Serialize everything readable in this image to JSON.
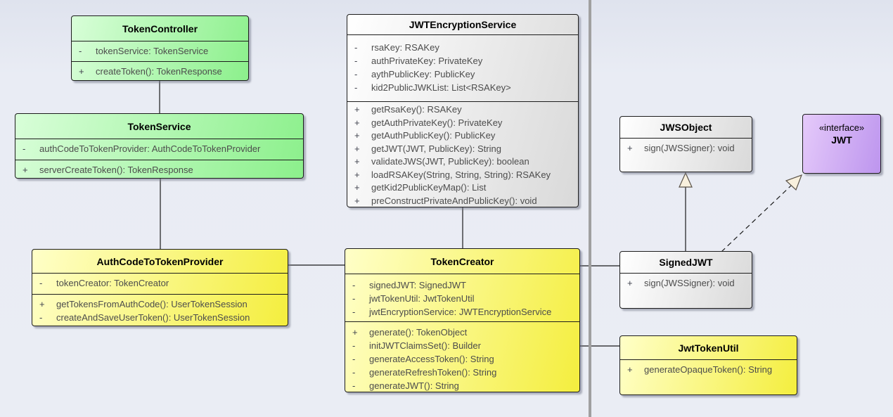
{
  "colors": {
    "canvas_bg": "#eaedf4",
    "green_gradient": [
      "#d8fed8",
      "#8cf08c"
    ],
    "yellow_gradient": [
      "#ffffc8",
      "#f4ee3e"
    ],
    "grey_gradient": [
      "#ffffff",
      "#d9d9d9"
    ],
    "purple_gradient": [
      "#e5cafa",
      "#bd95ee"
    ],
    "box_border": "#1c1c1c",
    "member_text": "#4c4c4c",
    "swimlane_divider": "#a0a0a0",
    "arrowhead_fill": "#f8f0dd"
  },
  "classes": [
    {
      "name": "TokenController",
      "fill": "green",
      "attributes": [
        {
          "vis": "-",
          "text": "tokenService: TokenService"
        }
      ],
      "methods": [
        {
          "vis": "+",
          "text": "createToken(): TokenResponse"
        }
      ]
    },
    {
      "name": "TokenService",
      "fill": "green",
      "attributes": [
        {
          "vis": "-",
          "text": "authCodeToTokenProvider: AuthCodeToTokenProvider"
        }
      ],
      "methods": [
        {
          "vis": "+",
          "text": "serverCreateToken(): TokenResponse"
        }
      ]
    },
    {
      "name": "JWTEncryptionService",
      "fill": "grey",
      "attributes": [
        {
          "vis": "-",
          "text": "rsaKey: RSAKey"
        },
        {
          "vis": "-",
          "text": "authPrivateKey: PrivateKey"
        },
        {
          "vis": "-",
          "text": "aythPublicKey: PublicKey"
        },
        {
          "vis": "-",
          "text": "kid2PublicJWKList: List<RSAKey>"
        }
      ],
      "methods": [
        {
          "vis": "+",
          "text": "getRsaKey(): RSAKey"
        },
        {
          "vis": "+",
          "text": "getAuthPrivateKey(): PrivateKey"
        },
        {
          "vis": "+",
          "text": "getAuthPublicKey(): PublicKey"
        },
        {
          "vis": "+",
          "text": "getJWT(JWT, PublicKey): String"
        },
        {
          "vis": "+",
          "text": "validateJWS(JWT, PublicKey): boolean"
        },
        {
          "vis": "+",
          "text": "loadRSAKey(String, String, String): RSAKey"
        },
        {
          "vis": "+",
          "text": "getKid2PublicKeyMap(): List"
        },
        {
          "vis": "+",
          "text": "preConstructPrivateAndPublicKey(): void"
        }
      ]
    },
    {
      "name": "JWSObject",
      "fill": "grey",
      "attributes": [],
      "methods": [
        {
          "vis": "+",
          "text": "sign(JWSSigner): void"
        }
      ]
    },
    {
      "name": "JWT",
      "stereotype": "«interface»",
      "fill": "purple",
      "attributes": [],
      "methods": []
    },
    {
      "name": "AuthCodeToTokenProvider",
      "fill": "yellow",
      "attributes": [
        {
          "vis": "-",
          "text": "tokenCreator: TokenCreator"
        }
      ],
      "methods": [
        {
          "vis": "+",
          "text": "getTokensFromAuthCode(): UserTokenSession"
        },
        {
          "vis": "-",
          "text": "createAndSaveUserToken(): UserTokenSession"
        }
      ]
    },
    {
      "name": "TokenCreator",
      "fill": "yellow",
      "attributes": [
        {
          "vis": "-",
          "text": "signedJWT: SignedJWT"
        },
        {
          "vis": "-",
          "text": "jwtTokenUtil: JwtTokenUtil"
        },
        {
          "vis": "-",
          "text": "jwtEncryptionService: JWTEncryptionService"
        }
      ],
      "methods": [
        {
          "vis": "+",
          "text": "generate(): TokenObject"
        },
        {
          "vis": "-",
          "text": "initJWTClaimsSet(): Builder"
        },
        {
          "vis": "-",
          "text": "generateAccessToken(): String"
        },
        {
          "vis": "-",
          "text": "generateRefreshToken(): String"
        },
        {
          "vis": "-",
          "text": "generateJWT(): String"
        }
      ]
    },
    {
      "name": "SignedJWT",
      "fill": "grey",
      "attributes": [],
      "methods": [
        {
          "vis": "+",
          "text": "sign(JWSSigner): void"
        }
      ]
    },
    {
      "name": "JwtTokenUtil",
      "fill": "yellow",
      "attributes": [],
      "methods": [
        {
          "vis": "+",
          "text": "generateOpaqueToken(): String"
        }
      ]
    }
  ],
  "relationships": [
    {
      "from": "TokenController",
      "to": "TokenService",
      "type": "association"
    },
    {
      "from": "TokenService",
      "to": "AuthCodeToTokenProvider",
      "type": "association"
    },
    {
      "from": "AuthCodeToTokenProvider",
      "to": "TokenCreator",
      "type": "association"
    },
    {
      "from": "JWTEncryptionService",
      "to": "TokenCreator",
      "type": "association"
    },
    {
      "from": "TokenCreator",
      "to": "SignedJWT",
      "type": "association"
    },
    {
      "from": "TokenCreator",
      "to": "JwtTokenUtil",
      "type": "association"
    },
    {
      "from": "SignedJWT",
      "to": "JWSObject",
      "type": "generalization"
    },
    {
      "from": "SignedJWT",
      "to": "JWT",
      "type": "realization"
    }
  ]
}
